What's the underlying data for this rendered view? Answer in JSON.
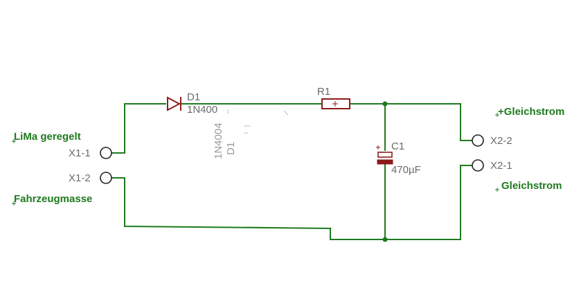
{
  "net_labels": {
    "lima": "LiMa geregelt",
    "masse": "Fahrzeugmasse",
    "plus": "+Gleichstrom",
    "minus": "Gleichstrom"
  },
  "pins": {
    "x1_1": "X1-1",
    "x1_2": "X1-2",
    "x2_2": "X2-2",
    "x2_1": "X2-1"
  },
  "diode": {
    "name": "D1",
    "value": "1N400",
    "rotated_value": "1N4004",
    "rotated_name": "D1"
  },
  "resistor": {
    "name": "R1"
  },
  "capacitor": {
    "name": "C1",
    "value": "470µF"
  },
  "colors": {
    "wire": "#1e7a1e",
    "component": "#8b1a1a",
    "label": "#6a6a6a"
  }
}
